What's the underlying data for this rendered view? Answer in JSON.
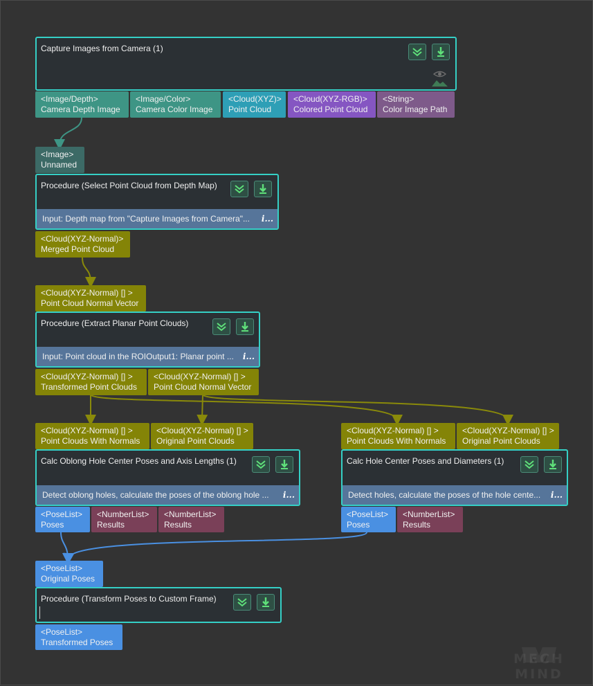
{
  "nodes": {
    "capture": {
      "title": "Capture Images from Camera (1)",
      "outputs": [
        {
          "type": "<Image/Depth>",
          "name": "Camera Depth Image"
        },
        {
          "type": "<Image/Color>",
          "name": "Camera Color Image"
        },
        {
          "type": "<Cloud(XYZ)>",
          "name": "Point Cloud"
        },
        {
          "type": "<Cloud(XYZ-RGB)>",
          "name": "Colored Point Cloud"
        },
        {
          "type": "<String>",
          "name": "Color Image Path"
        }
      ]
    },
    "select_cloud": {
      "title": "Procedure (Select Point Cloud from Depth Map)",
      "input": {
        "type": "<Image>",
        "name": "Unnamed"
      },
      "description": "Input: Depth map from \"Capture Images from Camera\"...",
      "outputs": [
        {
          "type": "<Cloud(XYZ-Normal)>",
          "name": "Merged Point Cloud"
        }
      ]
    },
    "extract_planar": {
      "title": "Procedure (Extract Planar Point Clouds)",
      "input": {
        "type": "<Cloud(XYZ-Normal) [] >",
        "name": "Point Cloud Normal Vector"
      },
      "description": "Input: Point cloud in the ROIOutput1: Planar point ...",
      "outputs": [
        {
          "type": "<Cloud(XYZ-Normal) [] >",
          "name": "Transformed Point Clouds"
        },
        {
          "type": "<Cloud(XYZ-Normal) [] >",
          "name": "Point Cloud Normal Vector"
        }
      ]
    },
    "oblong": {
      "title": "Calc Oblong Hole Center Poses and Axis Lengths (1)",
      "inputs": [
        {
          "type": "<Cloud(XYZ-Normal) [] >",
          "name": "Point Clouds With Normals"
        },
        {
          "type": "<Cloud(XYZ-Normal) [] >",
          "name": "Original Point Clouds"
        }
      ],
      "description": "Detect oblong holes, calculate the poses of the oblong hole ...",
      "outputs": [
        {
          "type": "<PoseList>",
          "name": "Poses"
        },
        {
          "type": "<NumberList>",
          "name": "Results"
        },
        {
          "type": "<NumberList>",
          "name": "Results"
        }
      ]
    },
    "hole": {
      "title": "Calc Hole Center Poses and Diameters (1)",
      "inputs": [
        {
          "type": "<Cloud(XYZ-Normal) [] >",
          "name": "Point Clouds With Normals"
        },
        {
          "type": "<Cloud(XYZ-Normal) [] >",
          "name": "Original Point Clouds"
        }
      ],
      "description": "Detect holes, calculate the poses of the hole cente...",
      "outputs": [
        {
          "type": "<PoseList>",
          "name": "Poses"
        },
        {
          "type": "<NumberList>",
          "name": "Results"
        }
      ]
    },
    "transform": {
      "title": "Procedure (Transform Poses to Custom Frame)",
      "input": {
        "type": "<PoseList>",
        "name": "Original Poses"
      },
      "outputs": [
        {
          "type": "<PoseList>",
          "name": "Transformed Poses"
        }
      ]
    }
  },
  "edit_glyph": "i...",
  "logo_text": "MECH MIND",
  "colors": {
    "node_border": "#35d0c6",
    "node_bg": "#2b3034",
    "description_bar": "#56759a",
    "wire_olive": "#848407",
    "wire_teal": "#3e9585",
    "wire_blue": "#4a90e2"
  },
  "icons": {
    "collapse": "double-chevron-down-icon",
    "download": "download-arrow-icon",
    "preview": "eye-image-icon"
  }
}
